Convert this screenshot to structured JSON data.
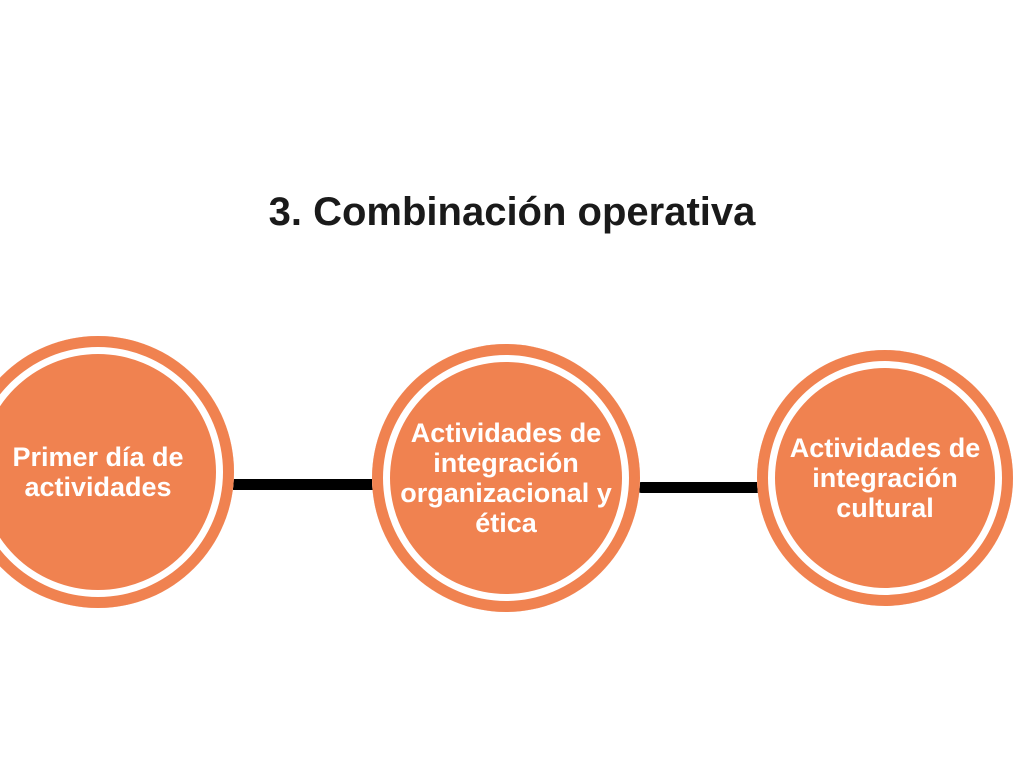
{
  "title": "3. Combinación operativa",
  "colors": {
    "circle_fill": "#F08250",
    "circle_ring": "#FFFFFF",
    "connector_line": "#000000",
    "background": "#FFFFFF",
    "node_text": "#FFFFFF",
    "title_text": "#1A1A1A"
  },
  "nodes": [
    {
      "label": "Primer día de actividades"
    },
    {
      "label": "Actividades de integración organizacional y ética"
    },
    {
      "label": "Actividades de integración cultural"
    }
  ]
}
